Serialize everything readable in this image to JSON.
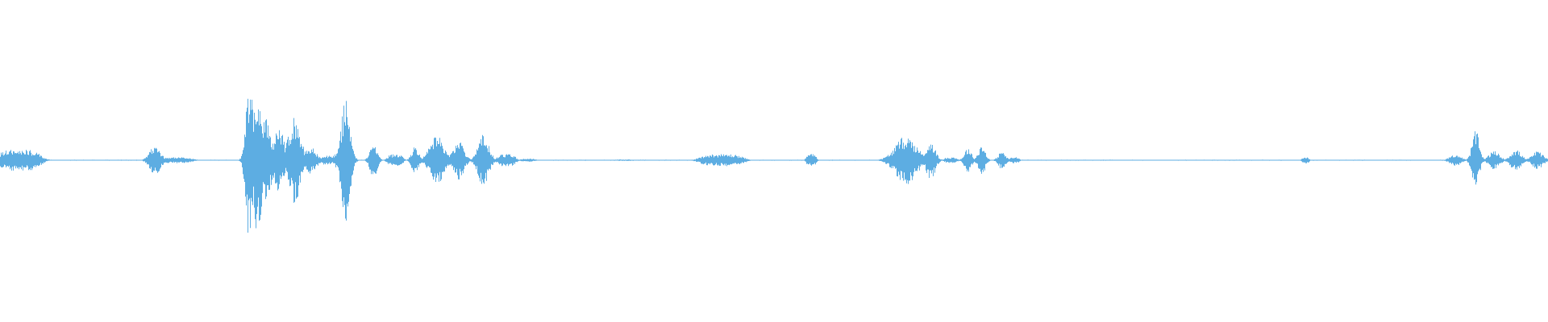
{
  "waveform": {
    "color": "#5dade2",
    "background": "#ffffff",
    "amplitude_range": [
      -1,
      1
    ],
    "duration_range": [
      0,
      1
    ],
    "bursts": [
      {
        "t": 0.012,
        "w": 0.016,
        "a": 0.07,
        "shape": "flat"
      },
      {
        "t": 0.1,
        "w": 0.006,
        "a": 0.1,
        "shape": "spiky"
      },
      {
        "t": 0.111,
        "w": 0.015,
        "a": 0.02,
        "shape": "flat"
      },
      {
        "t": 0.161,
        "w": 0.004,
        "a": 0.55,
        "shape": "spiky"
      },
      {
        "t": 0.166,
        "w": 0.005,
        "a": 0.5,
        "shape": "spiky"
      },
      {
        "t": 0.172,
        "w": 0.005,
        "a": 0.3,
        "shape": "spiky"
      },
      {
        "t": 0.18,
        "w": 0.006,
        "a": 0.22,
        "shape": "spiky"
      },
      {
        "t": 0.19,
        "w": 0.007,
        "a": 0.28,
        "shape": "spiky"
      },
      {
        "t": 0.2,
        "w": 0.007,
        "a": 0.09,
        "shape": "spiky"
      },
      {
        "t": 0.211,
        "w": 0.005,
        "a": 0.03,
        "shape": "flat"
      },
      {
        "t": 0.223,
        "w": 0.005,
        "a": 0.4,
        "shape": "spiky"
      },
      {
        "t": 0.219,
        "w": 0.006,
        "a": 0.06,
        "shape": "spiky"
      },
      {
        "t": 0.241,
        "w": 0.004,
        "a": 0.12,
        "shape": "spiky"
      },
      {
        "t": 0.255,
        "w": 0.006,
        "a": 0.04,
        "shape": "flat"
      },
      {
        "t": 0.268,
        "w": 0.004,
        "a": 0.09,
        "shape": "spiky"
      },
      {
        "t": 0.282,
        "w": 0.008,
        "a": 0.16,
        "shape": "spiky"
      },
      {
        "t": 0.296,
        "w": 0.006,
        "a": 0.13,
        "shape": "spiky"
      },
      {
        "t": 0.312,
        "w": 0.006,
        "a": 0.17,
        "shape": "spiky"
      },
      {
        "t": 0.327,
        "w": 0.007,
        "a": 0.04,
        "shape": "flat"
      },
      {
        "t": 0.341,
        "w": 0.006,
        "a": 0.01,
        "shape": "flat"
      },
      {
        "t": 0.403,
        "w": 0.008,
        "a": 0.005,
        "shape": "flat"
      },
      {
        "t": 0.466,
        "w": 0.016,
        "a": 0.04,
        "shape": "flat"
      },
      {
        "t": 0.524,
        "w": 0.004,
        "a": 0.04,
        "shape": "flat"
      },
      {
        "t": 0.585,
        "w": 0.012,
        "a": 0.16,
        "shape": "spiky"
      },
      {
        "t": 0.601,
        "w": 0.005,
        "a": 0.13,
        "shape": "spiky"
      },
      {
        "t": 0.614,
        "w": 0.005,
        "a": 0.02,
        "shape": "flat"
      },
      {
        "t": 0.625,
        "w": 0.004,
        "a": 0.08,
        "shape": "spiky"
      },
      {
        "t": 0.634,
        "w": 0.004,
        "a": 0.1,
        "shape": "spiky"
      },
      {
        "t": 0.647,
        "w": 0.004,
        "a": 0.06,
        "shape": "spiky"
      },
      {
        "t": 0.655,
        "w": 0.004,
        "a": 0.02,
        "shape": "flat"
      },
      {
        "t": 0.843,
        "w": 0.003,
        "a": 0.02,
        "shape": "flat"
      },
      {
        "t": 0.94,
        "w": 0.006,
        "a": 0.04,
        "shape": "spiky"
      },
      {
        "t": 0.953,
        "w": 0.004,
        "a": 0.2,
        "shape": "spiky"
      },
      {
        "t": 0.965,
        "w": 0.006,
        "a": 0.06,
        "shape": "spiky"
      },
      {
        "t": 0.979,
        "w": 0.006,
        "a": 0.07,
        "shape": "spiky"
      },
      {
        "t": 0.993,
        "w": 0.006,
        "a": 0.06,
        "shape": "spiky"
      }
    ]
  }
}
